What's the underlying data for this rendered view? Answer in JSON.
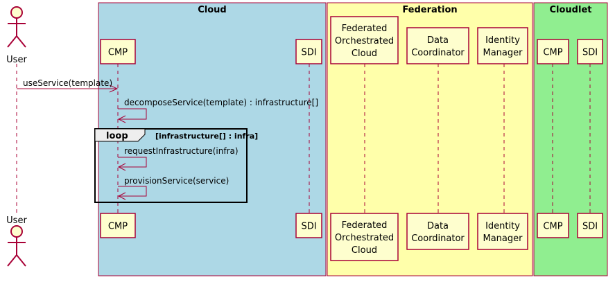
{
  "diagram": {
    "type": "sequence-diagram",
    "groups": [
      {
        "id": "cloud",
        "title": "Cloud",
        "color": "#ADD8E6"
      },
      {
        "id": "federation",
        "title": "Federation",
        "color": "#FFFFAA"
      },
      {
        "id": "cloudlet",
        "title": "Cloudlet",
        "color": "#90EE90"
      }
    ],
    "actor": {
      "name": "User"
    },
    "participants": [
      {
        "id": "cmp",
        "lines": [
          "CMP"
        ]
      },
      {
        "id": "sdi",
        "lines": [
          "SDI"
        ]
      },
      {
        "id": "foc",
        "lines": [
          "Federated",
          "Orchestrated",
          "Cloud"
        ]
      },
      {
        "id": "dc",
        "lines": [
          "Data",
          "Coordinator"
        ]
      },
      {
        "id": "im",
        "lines": [
          "Identity",
          "Manager"
        ]
      },
      {
        "id": "cl_cmp",
        "lines": [
          "CMP"
        ]
      },
      {
        "id": "cl_sdi",
        "lines": [
          "SDI"
        ]
      }
    ],
    "messages": [
      {
        "from": "user",
        "to": "cmp",
        "label": "useService(template)"
      },
      {
        "from": "cmp",
        "to": "cmp",
        "label": "decomposeService(template) : infrastructure[]"
      },
      {
        "from": "cmp",
        "to": "cmp",
        "label": "requestInfrastructure(infra)"
      },
      {
        "from": "cmp",
        "to": "cmp",
        "label": "provisionService(service)"
      }
    ],
    "loop": {
      "label": "loop",
      "guard": "[infrastructure[] : infra]"
    },
    "colors": {
      "participant_fill": "#FEFECE",
      "border": "#A80036",
      "arrow": "#A80036",
      "actor_fill": "#FEFECE"
    }
  }
}
